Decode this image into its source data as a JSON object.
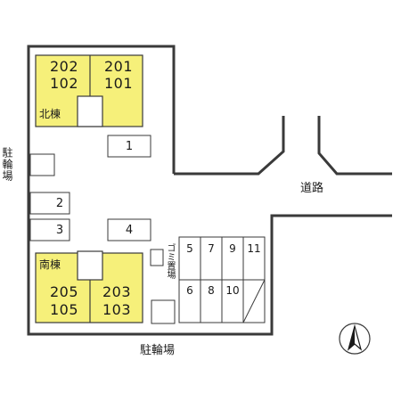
{
  "map": {
    "colors": {
      "building": "#f6f07a",
      "line": "#3a3a3a",
      "background": "#ffffff"
    },
    "north_building": {
      "name": "北棟",
      "units": [
        {
          "upper": "202",
          "lower": "102"
        },
        {
          "upper": "201",
          "lower": "101"
        }
      ]
    },
    "south_building": {
      "name": "南棟",
      "units": [
        {
          "upper": "205",
          "lower": "105"
        },
        {
          "upper": "203",
          "lower": "103"
        }
      ]
    },
    "parking_spaces": [
      "1",
      "2",
      "3",
      "4"
    ],
    "garage_spaces": [
      "5",
      "7",
      "9",
      "11",
      "6",
      "8",
      "10"
    ],
    "bicycle_parking_left": "駐輪場",
    "bicycle_parking_bottom": "駐輪場",
    "garbage_area": "ゴミ置場",
    "road": "道路",
    "north_arrow_icon": "north-arrow-icon"
  }
}
